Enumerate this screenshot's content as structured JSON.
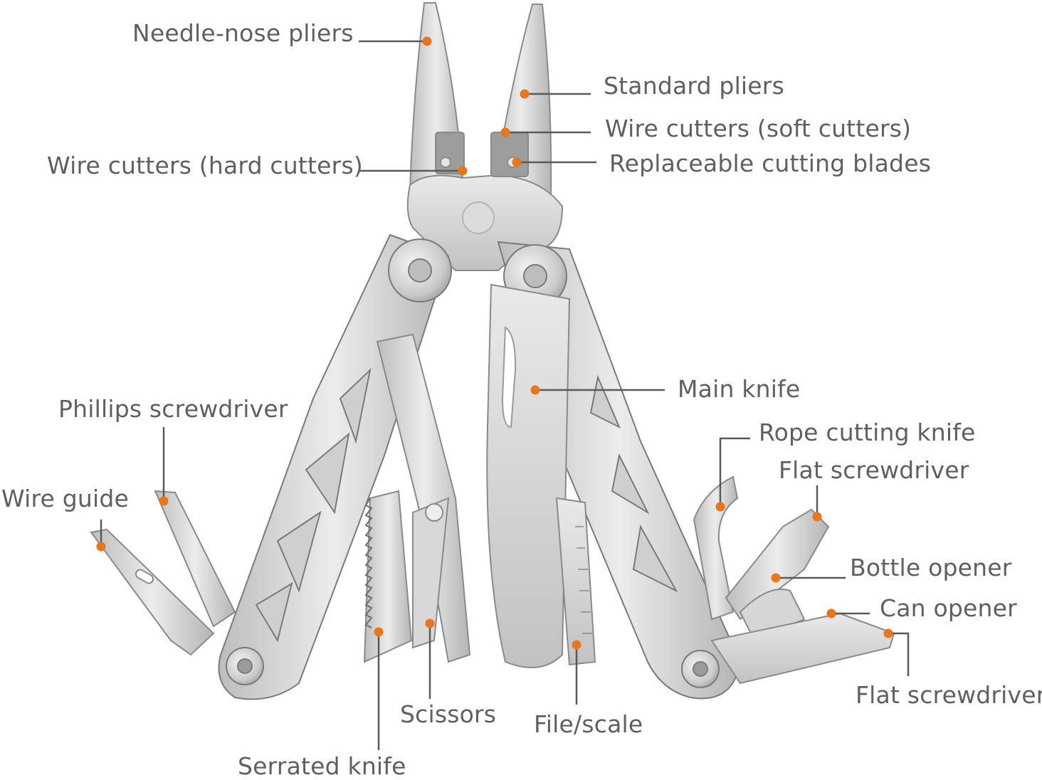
{
  "colors": {
    "leader": "#5a5a5a",
    "dot": "#e8761c",
    "text": "#5f5f5f",
    "steel_light": "#e4e4e4",
    "steel_mid": "#c7c7c7",
    "steel_dark": "#8e8e8e",
    "outline": "#7a7a7a"
  },
  "labels": {
    "needle_nose_pliers": "Needle-nose pliers",
    "standard_pliers": "Standard pliers",
    "wire_cutters_soft": "Wire cutters (soft cutters)",
    "replaceable_blades": "Replaceable cutting blades",
    "wire_cutters_hard": "Wire cutters (hard cutters)",
    "main_knife": "Main knife",
    "phillips_screwdriver": "Phillips screwdriver",
    "rope_cutting_knife": "Rope cutting knife",
    "flat_screwdriver_top": "Flat screwdriver",
    "wire_guide": "Wire guide",
    "bottle_opener": "Bottle opener",
    "can_opener": "Can opener",
    "flat_screwdriver_bottom": "Flat screwdriver",
    "scissors": "Scissors",
    "file_scale": "File/scale",
    "serrated_knife": "Serrated knife"
  }
}
